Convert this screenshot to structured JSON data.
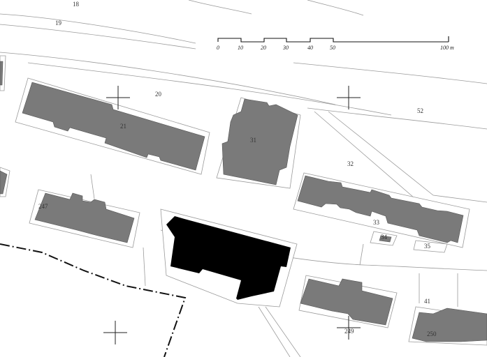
{
  "map": {
    "labels": {
      "l18": "18",
      "l19": "19",
      "l20": "20",
      "l21": "21",
      "l31": "31",
      "l32": "32",
      "l33": "33",
      "l34": "34",
      "l35": "35",
      "l41": "41",
      "l52": "52",
      "l247": "247",
      "l249": "249",
      "l250": "250"
    },
    "scale_bar": {
      "ticks": [
        "0",
        "10",
        "20",
        "30",
        "40",
        "50",
        "100 m"
      ]
    },
    "colors": {
      "building": "#7a7a7a",
      "highlight_building": "#000000",
      "background": "#ffffff"
    }
  }
}
